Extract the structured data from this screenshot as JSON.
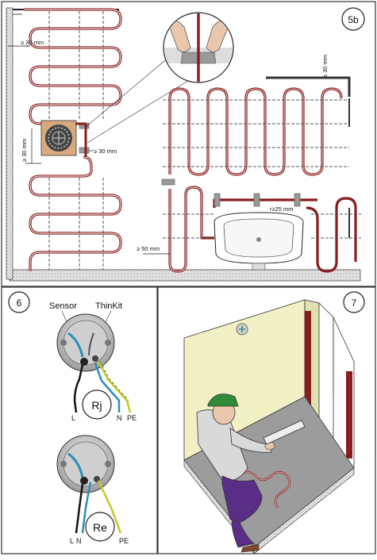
{
  "panel_5b": {
    "step": "5b",
    "dims": {
      "wall_top": "≥ 30 mm",
      "box_vertical": "≥ 30 mm",
      "box_right": "≥ 30 mm",
      "right_wall": "≥ 30 mm",
      "floor": "≥ 50 mm",
      "radius": "r≥25 mm"
    }
  },
  "panel_6": {
    "step": "6",
    "sensor_label": "Sensor",
    "thinkit_label": "ThinKit",
    "rj": "Rj",
    "re": "Re",
    "top_L": "L",
    "top_N": "N",
    "top_PE": "PE",
    "bot_L": "L",
    "bot_N": "N",
    "bot_PE": "PE"
  },
  "panel_7": {
    "step": "7"
  },
  "colors": {
    "cable": "#8a1d1d",
    "box_fill": "#d9a97e",
    "wall": "#f1f0c4",
    "floor": "#9c9c9c",
    "cap": "#2f8a3a",
    "pants": "#5a2d86"
  }
}
